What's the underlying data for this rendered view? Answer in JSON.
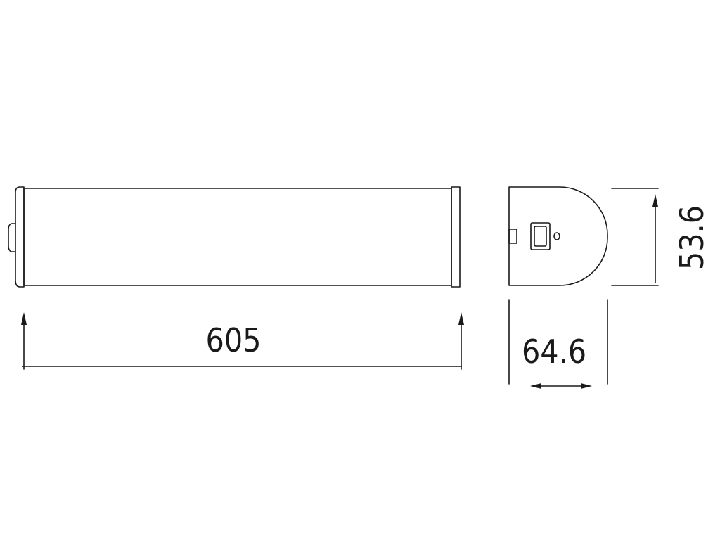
{
  "dimensions": {
    "length": "605",
    "width": "64.6",
    "height": "53.6"
  }
}
